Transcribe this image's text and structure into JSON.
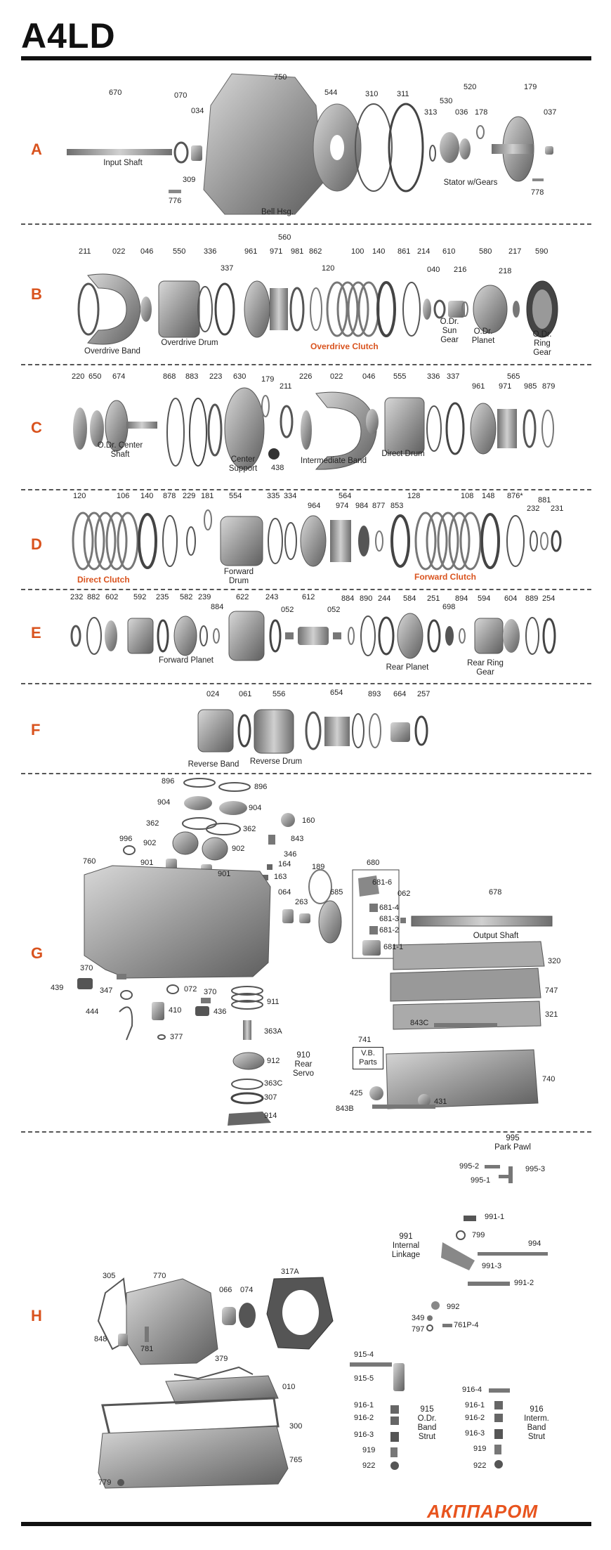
{
  "title": "A4LD",
  "logo": "АКППАРОМ",
  "colors": {
    "accent": "#d9531e",
    "text": "#222222",
    "parts": "#8a8a8a"
  },
  "sections": {
    "A": {
      "letter": "A",
      "numbers": [
        "670",
        "070",
        "034",
        "750",
        "544",
        "310",
        "311",
        "520",
        "179",
        "530",
        "036",
        "178",
        "313",
        "037",
        "309",
        "776",
        "778"
      ],
      "labels": {
        "input_shaft": "Input Shaft",
        "bell_hsg": "Bell Hsg.",
        "stator": "Stator w/Gears"
      }
    },
    "B": {
      "letter": "B",
      "numbers": [
        "211",
        "022",
        "046",
        "550",
        "336",
        "337",
        "560",
        "961",
        "971",
        "981",
        "862",
        "100",
        "140",
        "861",
        "214",
        "040",
        "610",
        "216",
        "580",
        "217",
        "218",
        "590",
        "120"
      ],
      "labels": {
        "overdrive_band": "Overdrive Band",
        "overdrive_drum": "Overdrive Drum",
        "overdrive_clutch": "Overdrive Clutch",
        "odr_sun_gear": "O.Dr.\nSun\nGear",
        "odr_planet": "O.Dr.\nPlanet",
        "odr_ring_gear": "O.Dr.\nRing\nGear"
      }
    },
    "C": {
      "letter": "C",
      "numbers": [
        "220",
        "650",
        "674",
        "868",
        "883",
        "223",
        "630",
        "179",
        "211",
        "226",
        "022",
        "046",
        "555",
        "336",
        "337",
        "565",
        "961",
        "971",
        "985",
        "879",
        "438"
      ],
      "labels": {
        "odr_center_shaft": "O.Dr. Center\nShaft",
        "center_support": "Center\nSupport",
        "intermediate_band": "Intermediate Band",
        "direct_drum": "Direct Drum"
      }
    },
    "D": {
      "letter": "D",
      "numbers": [
        "120",
        "106",
        "140",
        "878",
        "229",
        "181",
        "554",
        "335",
        "334",
        "564",
        "964",
        "974",
        "984",
        "877",
        "853",
        "128",
        "108",
        "148",
        "876*",
        "881",
        "232",
        "231"
      ],
      "labels": {
        "direct_clutch": "Direct Clutch",
        "forward_drum": "Forward\nDrum",
        "forward_clutch": "Forward Clutch"
      }
    },
    "E": {
      "letter": "E",
      "numbers": [
        "232",
        "882",
        "602",
        "592",
        "235",
        "582",
        "239",
        "884",
        "622",
        "243",
        "052",
        "612",
        "052",
        "884",
        "890",
        "244",
        "584",
        "251",
        "698",
        "894",
        "594",
        "604",
        "889",
        "254"
      ],
      "labels": {
        "forward_planet": "Forward Planet",
        "rear_planet": "Rear Planet",
        "rear_ring_gear": "Rear Ring\nGear"
      }
    },
    "F": {
      "letter": "F",
      "numbers": [
        "024",
        "061",
        "556",
        "654",
        "893",
        "664",
        "257"
      ],
      "labels": {
        "reverse_band": "Reverse Band",
        "reverse_drum": "Reverse Drum"
      }
    },
    "G": {
      "letter": "G",
      "numbers": [
        "896",
        "896",
        "904",
        "904",
        "362",
        "362",
        "996",
        "902",
        "902",
        "901",
        "901",
        "160",
        "843",
        "346",
        "164",
        "163",
        "760",
        "189",
        "064",
        "263",
        "685",
        "680",
        "681-6",
        "062",
        "681-4",
        "681-3",
        "681-2",
        "681-1",
        "678",
        "320",
        "747",
        "321",
        "370",
        "439",
        "347",
        "072",
        "370",
        "444",
        "410",
        "436",
        "377",
        "911",
        "363A",
        "912",
        "363C",
        "307",
        "914",
        "843C",
        "425",
        "843B",
        "431",
        "740"
      ],
      "labels": {
        "output_shaft": "Output Shaft",
        "vb_parts": "V.B.\nParts",
        "vb_number": "741",
        "rear_servo": "910\nRear\nServo"
      }
    },
    "H": {
      "letter": "H",
      "numbers": [
        "995-2",
        "995-3",
        "995-1",
        "991-1",
        "799",
        "994",
        "991-3",
        "991-2",
        "305",
        "770",
        "066",
        "074",
        "317A",
        "992",
        "349",
        "797",
        "761P-4",
        "848",
        "781",
        "379",
        "010",
        "300",
        "765",
        "779",
        "915-4",
        "915-5",
        "916-1",
        "916-2",
        "916-3",
        "919",
        "922",
        "916-4",
        "916-1",
        "916-2",
        "916-3",
        "919",
        "922"
      ],
      "labels": {
        "park_pawl": "995\nPark Pawl",
        "internal_linkage": "991\nInternal\nLinkage",
        "odr_band_strut": "915\nO.Dr.\nBand\nStrut",
        "interm_band_strut": "916\nInterm.\nBand\nStrut"
      }
    }
  }
}
